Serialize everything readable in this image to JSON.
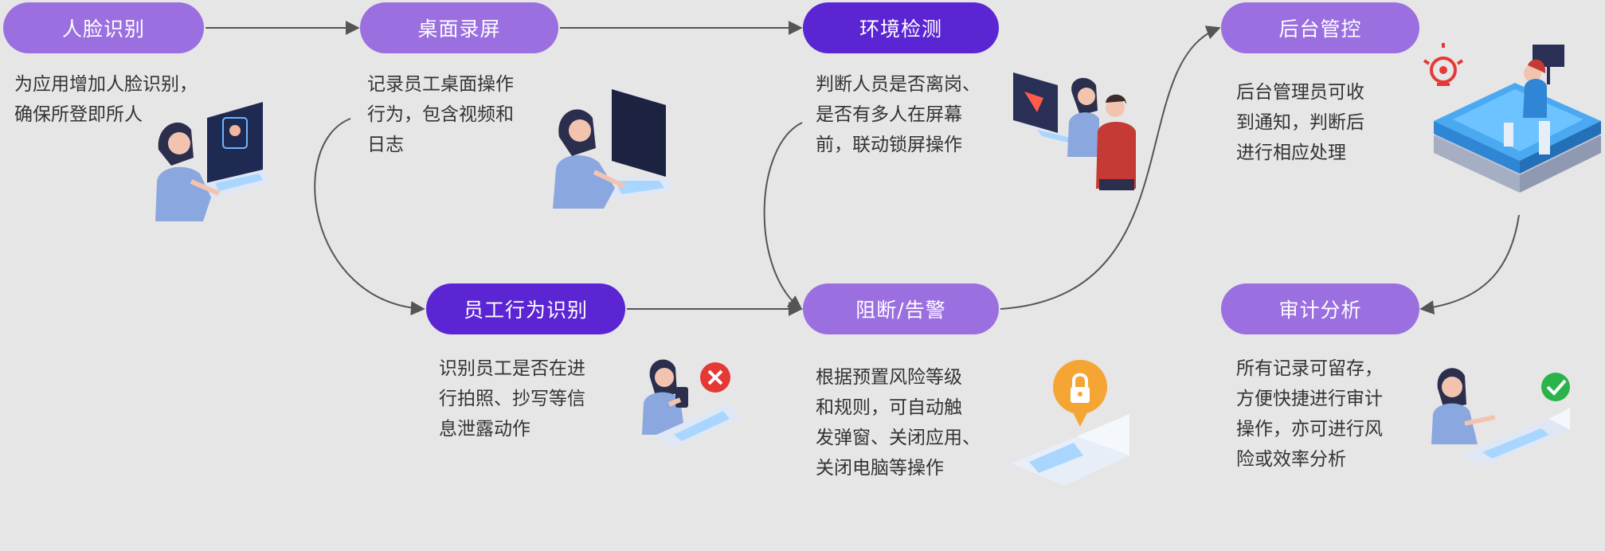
{
  "steps": [
    {
      "title": "人脸识别",
      "desc": "为应用增加人脸识别，\n确保所登即所人"
    },
    {
      "title": "桌面录屏",
      "desc": "记录员工桌面操作\n行为，包含视频和\n日志"
    },
    {
      "title": "环境检测",
      "desc": "判断人员是否离岗、\n是否有多人在屏幕\n前，联动锁屏操作"
    },
    {
      "title": "后台管控",
      "desc": "后台管理员可收\n到通知，判断后\n进行相应处理"
    },
    {
      "title": "员工行为识别",
      "desc": "识别员工是否在进\n行拍照、抄写等信\n息泄露动作"
    },
    {
      "title": "阻断/告警",
      "desc": "根据预置风险等级\n和规则，可自动触\n发弹窗、关闭应用、\n关闭电脑等操作"
    },
    {
      "title": "审计分析",
      "desc": "所有记录可留存，\n方便快捷进行审计\n操作，亦可进行风\n险或效率分析"
    }
  ]
}
